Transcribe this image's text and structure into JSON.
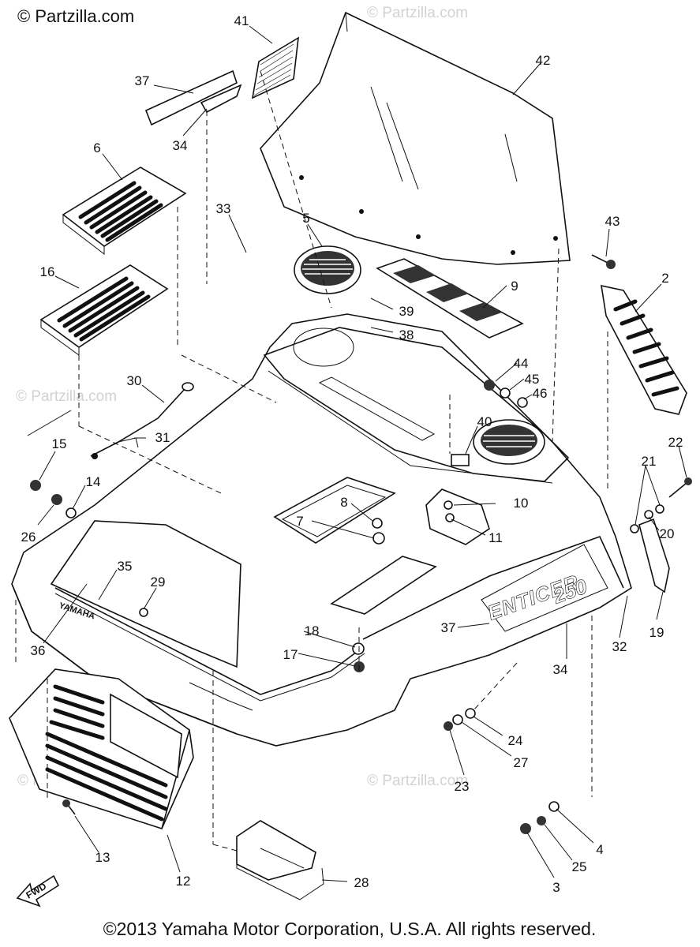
{
  "site_watermark": "© Partzilla.com",
  "copyright": "©2013 Yamaha Motor Corporation, U.S.A. All rights reserved.",
  "decals": {
    "model_name": "ENTICER",
    "model_number": "250",
    "brand": "YAMAHA"
  },
  "direction_arrow": "FWD",
  "callouts": [
    {
      "label": "41"
    },
    {
      "label": "42"
    },
    {
      "label": "37"
    },
    {
      "label": "34"
    },
    {
      "label": "6"
    },
    {
      "label": "33"
    },
    {
      "label": "5"
    },
    {
      "label": "43"
    },
    {
      "label": "16"
    },
    {
      "label": "9"
    },
    {
      "label": "39"
    },
    {
      "label": "2"
    },
    {
      "label": "38"
    },
    {
      "label": "44"
    },
    {
      "label": "45"
    },
    {
      "label": "46"
    },
    {
      "label": "30"
    },
    {
      "label": "40"
    },
    {
      "label": "31"
    },
    {
      "label": "15"
    },
    {
      "label": "22"
    },
    {
      "label": "21"
    },
    {
      "label": "14"
    },
    {
      "label": "8"
    },
    {
      "label": "10"
    },
    {
      "label": "20"
    },
    {
      "label": "26"
    },
    {
      "label": "7"
    },
    {
      "label": "11"
    },
    {
      "label": "35"
    },
    {
      "label": "29"
    },
    {
      "label": "19"
    },
    {
      "label": "18"
    },
    {
      "label": "37"
    },
    {
      "label": "32"
    },
    {
      "label": "17"
    },
    {
      "label": "36"
    },
    {
      "label": "34"
    },
    {
      "label": "24"
    },
    {
      "label": "27"
    },
    {
      "label": "23"
    },
    {
      "label": "4"
    },
    {
      "label": "13"
    },
    {
      "label": "25"
    },
    {
      "label": "12"
    },
    {
      "label": "3"
    },
    {
      "label": "28"
    }
  ]
}
